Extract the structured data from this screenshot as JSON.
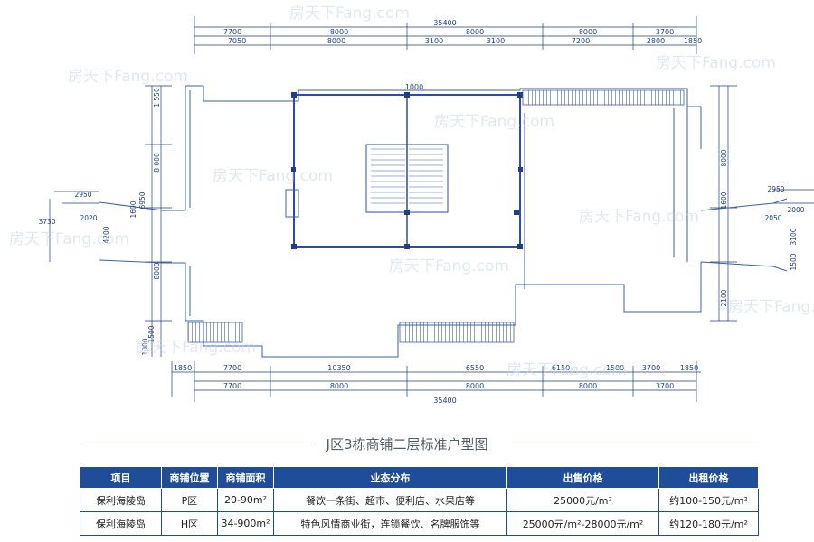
{
  "dimensions": {
    "top_row1": [
      "7700",
      "8000",
      "8000",
      "8000",
      "3700"
    ],
    "top_row2": [
      "7050",
      "8000",
      "3100",
      "3100",
      "7200",
      "2800",
      "1850"
    ],
    "top_total": "35400",
    "bottom_row1": [
      "1850",
      "7700",
      "10350",
      "6550",
      "6150",
      "1500",
      "3700",
      "1850"
    ],
    "bottom_row2": [
      "7700",
      "8000",
      "8000",
      "8000",
      "3700"
    ],
    "bottom_total": "35400",
    "left_vertical": [
      "1 550",
      "8 000",
      "6950",
      "1600",
      "4200",
      "8000",
      "1000",
      "1500"
    ],
    "right_vertical": [
      "8000",
      "1600",
      "2100",
      "3100",
      "1500"
    ],
    "left_wing": [
      "2950",
      "2020",
      "3730"
    ],
    "right_wing": [
      "2950",
      "2050",
      "2000"
    ],
    "stair_top": "1000"
  },
  "watermark": "房天下Fang.com",
  "caption": "J区3栋商铺二层标准户型图",
  "table": {
    "headers": [
      "项目",
      "商铺位置",
      "商铺面积",
      "业态分布",
      "出售价格",
      "出租价格"
    ],
    "rows": [
      [
        "保利海陵岛",
        "P区",
        "20-90m²",
        "餐饮一条街、超市、便利店、水果店等",
        "25000元/m²",
        "约100-150元/m²"
      ],
      [
        "保利海陵岛",
        "H区",
        "34-900m²",
        "特色风情商业街，连锁餐饮、名牌服饰等",
        "25000元/m²-28000元/m²",
        "约120-180元/m²"
      ]
    ]
  },
  "colors": {
    "plan_line": "#3c5fa8",
    "dim_line": "#1f3f80",
    "header_blue": "#1f4d9a",
    "watermark": "#c9d6e8"
  }
}
